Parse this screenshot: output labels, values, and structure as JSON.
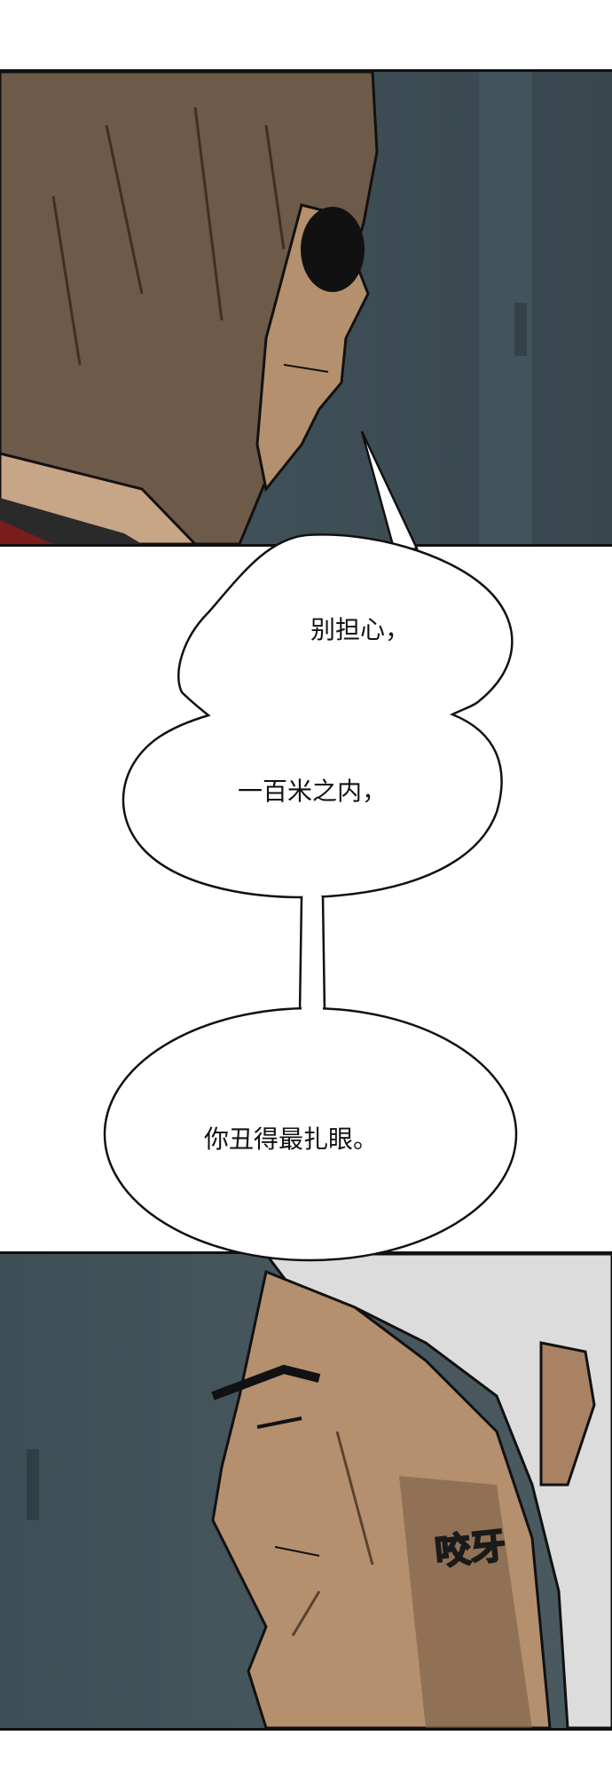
{
  "colors": {
    "background": "#ffffff",
    "panel_bg": "#3f4f57",
    "hair_brown": "#6e5a48",
    "skin": "#b5906e",
    "gray_hair": "#dcdcdc",
    "jacket_red": "#7a1d1d",
    "outline": "#111111"
  },
  "panels": {
    "top": {
      "description_icon": "character-sunglasses-profile"
    },
    "bottom": {
      "description_icon": "character-older-man-profile"
    }
  },
  "dialogue": {
    "line1": "别担心，",
    "line2": "一百米之内，",
    "line3": "你丑得最扎眼。"
  },
  "sfx": {
    "label": "咬牙"
  }
}
